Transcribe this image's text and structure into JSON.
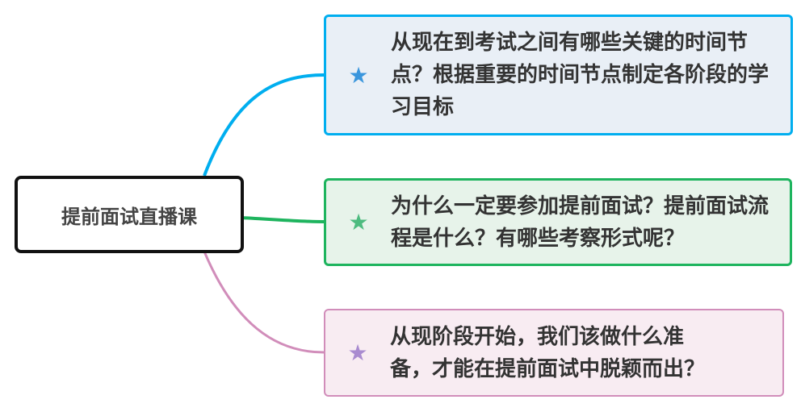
{
  "root": {
    "label": "提前面试直播课"
  },
  "branches": [
    {
      "text": "从现在到考试之间有哪些关键的时间节点？根据重要的时间节点制定各阶段的学习目标",
      "color": "#00aeef",
      "star_color": "#3a96dd",
      "icon": "star-icon"
    },
    {
      "text": "为什么一定要参加提前面试？提前面试流程是什么？有哪些考察形式呢？",
      "color": "#1eb45e",
      "star_color": "#4dbb7f",
      "icon": "star-icon"
    },
    {
      "text": "从现阶段开始，我们该做什么准备，才能在提前面试中脱颖而出？",
      "color": "#d18dba",
      "star_color": "#a98bd0",
      "icon": "star-icon"
    }
  ]
}
